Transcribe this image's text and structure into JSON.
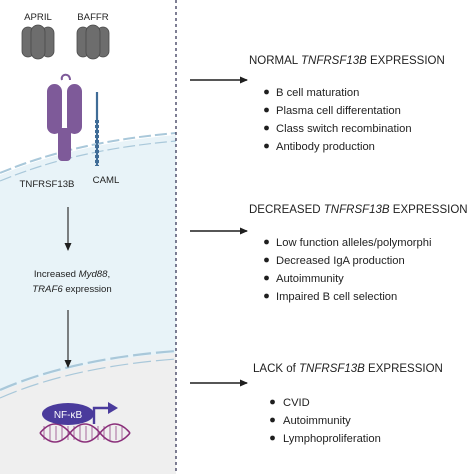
{
  "left_panel": {
    "ligands": [
      {
        "label": "APRIL"
      },
      {
        "label": "BAFFR"
      }
    ],
    "receptor_label": "TNFRSF13B",
    "adaptor_label": "CAML",
    "expression_note": {
      "prefix": "Increased ",
      "gene1": "Myd88",
      "comma": ",",
      "gene2": "TRAF6",
      "suffix": " expression"
    },
    "nfkb_label": "NF-κB"
  },
  "outcomes": [
    {
      "prefix": "NORMAL ",
      "gene": "TNFRSF13B",
      "suffix": " EXPRESSION",
      "items": [
        "B cell maturation",
        "Plasma cell differentation",
        "Class switch recombination",
        "Antibody production"
      ]
    },
    {
      "prefix": "DECREASED ",
      "gene": "TNFRSF13B",
      "suffix": " EXPRESSION",
      "items": [
        "Low function alleles/polymorphi",
        "Decreased IgA production",
        "Autoimmunity",
        "Impaired B cell selection"
      ]
    },
    {
      "prefix": "LACK of ",
      "gene": "TNFRSF13B",
      "suffix": " EXPRESSION",
      "items": [
        "CVID",
        "Autoimmunity",
        "Lymphoproliferation"
      ]
    }
  ],
  "colors": {
    "cytoplasm": "#e8f3f8",
    "membrane": "#a9c8da",
    "nucleus": "#efefef",
    "ligand": "#6d6d6d",
    "receptor": "#7e5a99",
    "caml": "#3f6c97",
    "nfkb": "#4a3b9c",
    "dna": "#8a2f7a"
  }
}
